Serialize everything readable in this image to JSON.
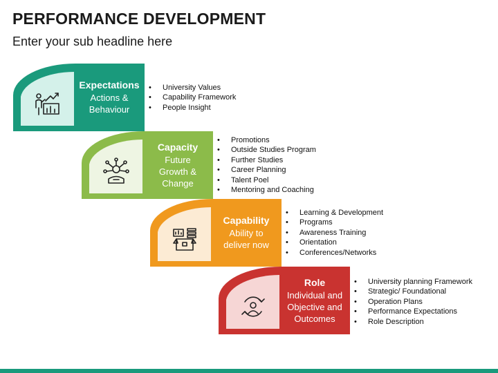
{
  "header": {
    "title": "PERFORMANCE DEVELOPMENT",
    "subtitle": "Enter your sub headline here"
  },
  "stages": [
    {
      "heading": "Expectations",
      "desc_lines": [
        "Actions &",
        "Behaviour"
      ],
      "color": "#1a9a7c",
      "panel_color": "#d4f1ea",
      "icon": "growth-chart-presenter-icon",
      "bullets": [
        "University Values",
        "Capability Framework",
        "People Insight"
      ]
    },
    {
      "heading": "Capacity",
      "desc_lines": [
        "Future",
        "Growth &",
        "Change"
      ],
      "color": "#8cbb4a",
      "panel_color": "#eef5e3",
      "icon": "networked-person-icon",
      "bullets": [
        "Promotions",
        "Outside Studies Program",
        "Further Studies",
        "Career Planning",
        "Talent Poel",
        "Mentoring and Coaching"
      ]
    },
    {
      "heading": "Capability",
      "desc_lines": [
        "Ability to",
        "deliver now"
      ],
      "color": "#f0991e",
      "panel_color": "#fcebd4",
      "icon": "toolbox-icon",
      "bullets": [
        "Learning & Development",
        "Programs",
        "Awareness Training",
        "Orientation",
        "Conferences/Networks"
      ]
    },
    {
      "heading": "Role",
      "desc_lines": [
        "Individual and",
        "Objective and",
        "Outcomes"
      ],
      "color": "#c93330",
      "panel_color": "#f6d6d5",
      "icon": "person-cycle-icon",
      "bullets": [
        "University planning Framework",
        "Strategic/ Foundational",
        "Operation Plans",
        "Performance Expectations",
        "Role Description"
      ]
    }
  ],
  "footer": {
    "bar_color": "#1a9a7c"
  }
}
